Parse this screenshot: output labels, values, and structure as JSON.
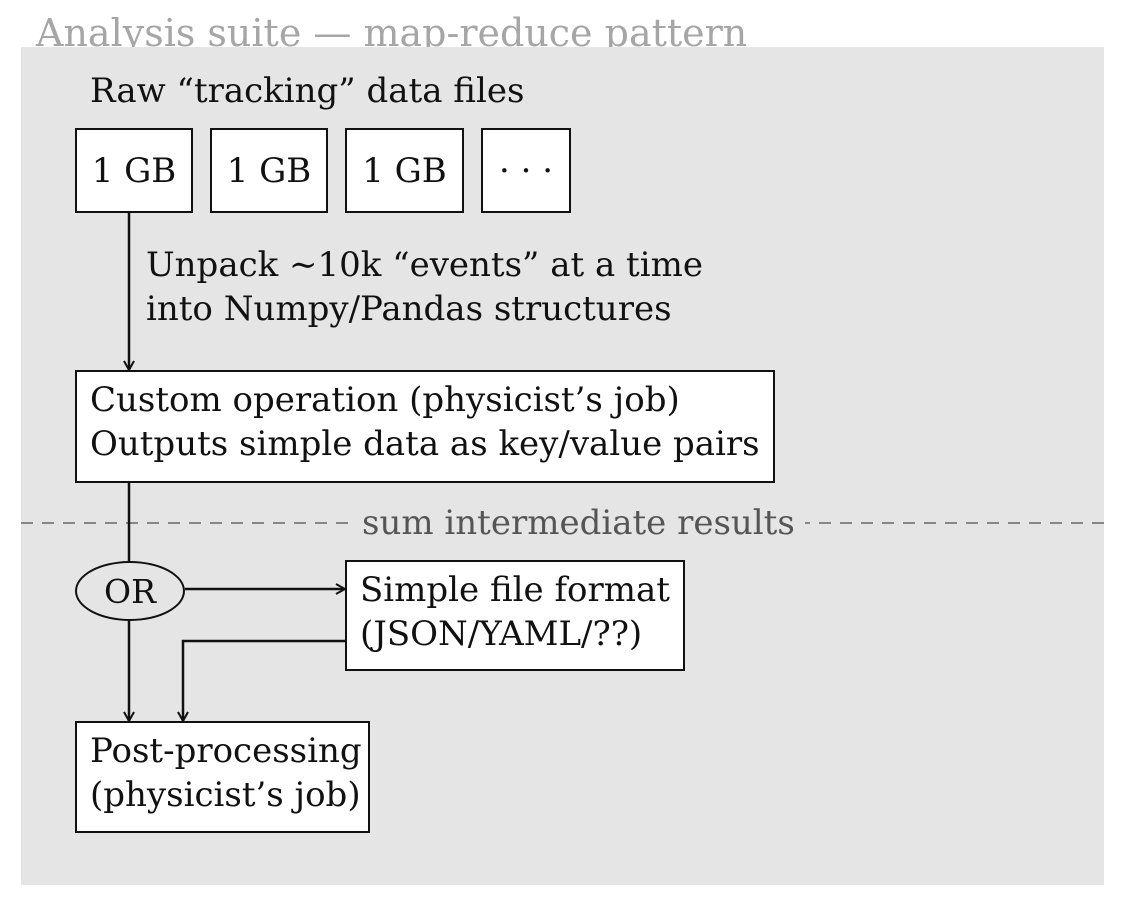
{
  "diagram": {
    "title": "Analysis suite — map-reduce pattern",
    "raw_files": {
      "label": "Raw “tracking” data files",
      "files": [
        "1 GB",
        "1 GB",
        "1 GB",
        "· · ·"
      ]
    },
    "unpack_step": {
      "line1": "Unpack ∼10k “events” at a time",
      "line2": "into Numpy/Pandas structures"
    },
    "custom_operation": {
      "line1": "Custom operation (physicist’s job)",
      "line2": "Outputs simple data as key/value pairs"
    },
    "divider_label": "sum intermediate results",
    "or_node": "OR",
    "simple_file": {
      "line1": "Simple file format",
      "line2": "(JSON/YAML/??)"
    },
    "post_processing": {
      "line1": "Post-processing",
      "line2": "(physicist’s job)"
    },
    "colors": {
      "panel_background": "#e5e5e5",
      "title_text": "#a6a6a6",
      "box_background": "#ffffff",
      "stroke": "#111111"
    }
  }
}
